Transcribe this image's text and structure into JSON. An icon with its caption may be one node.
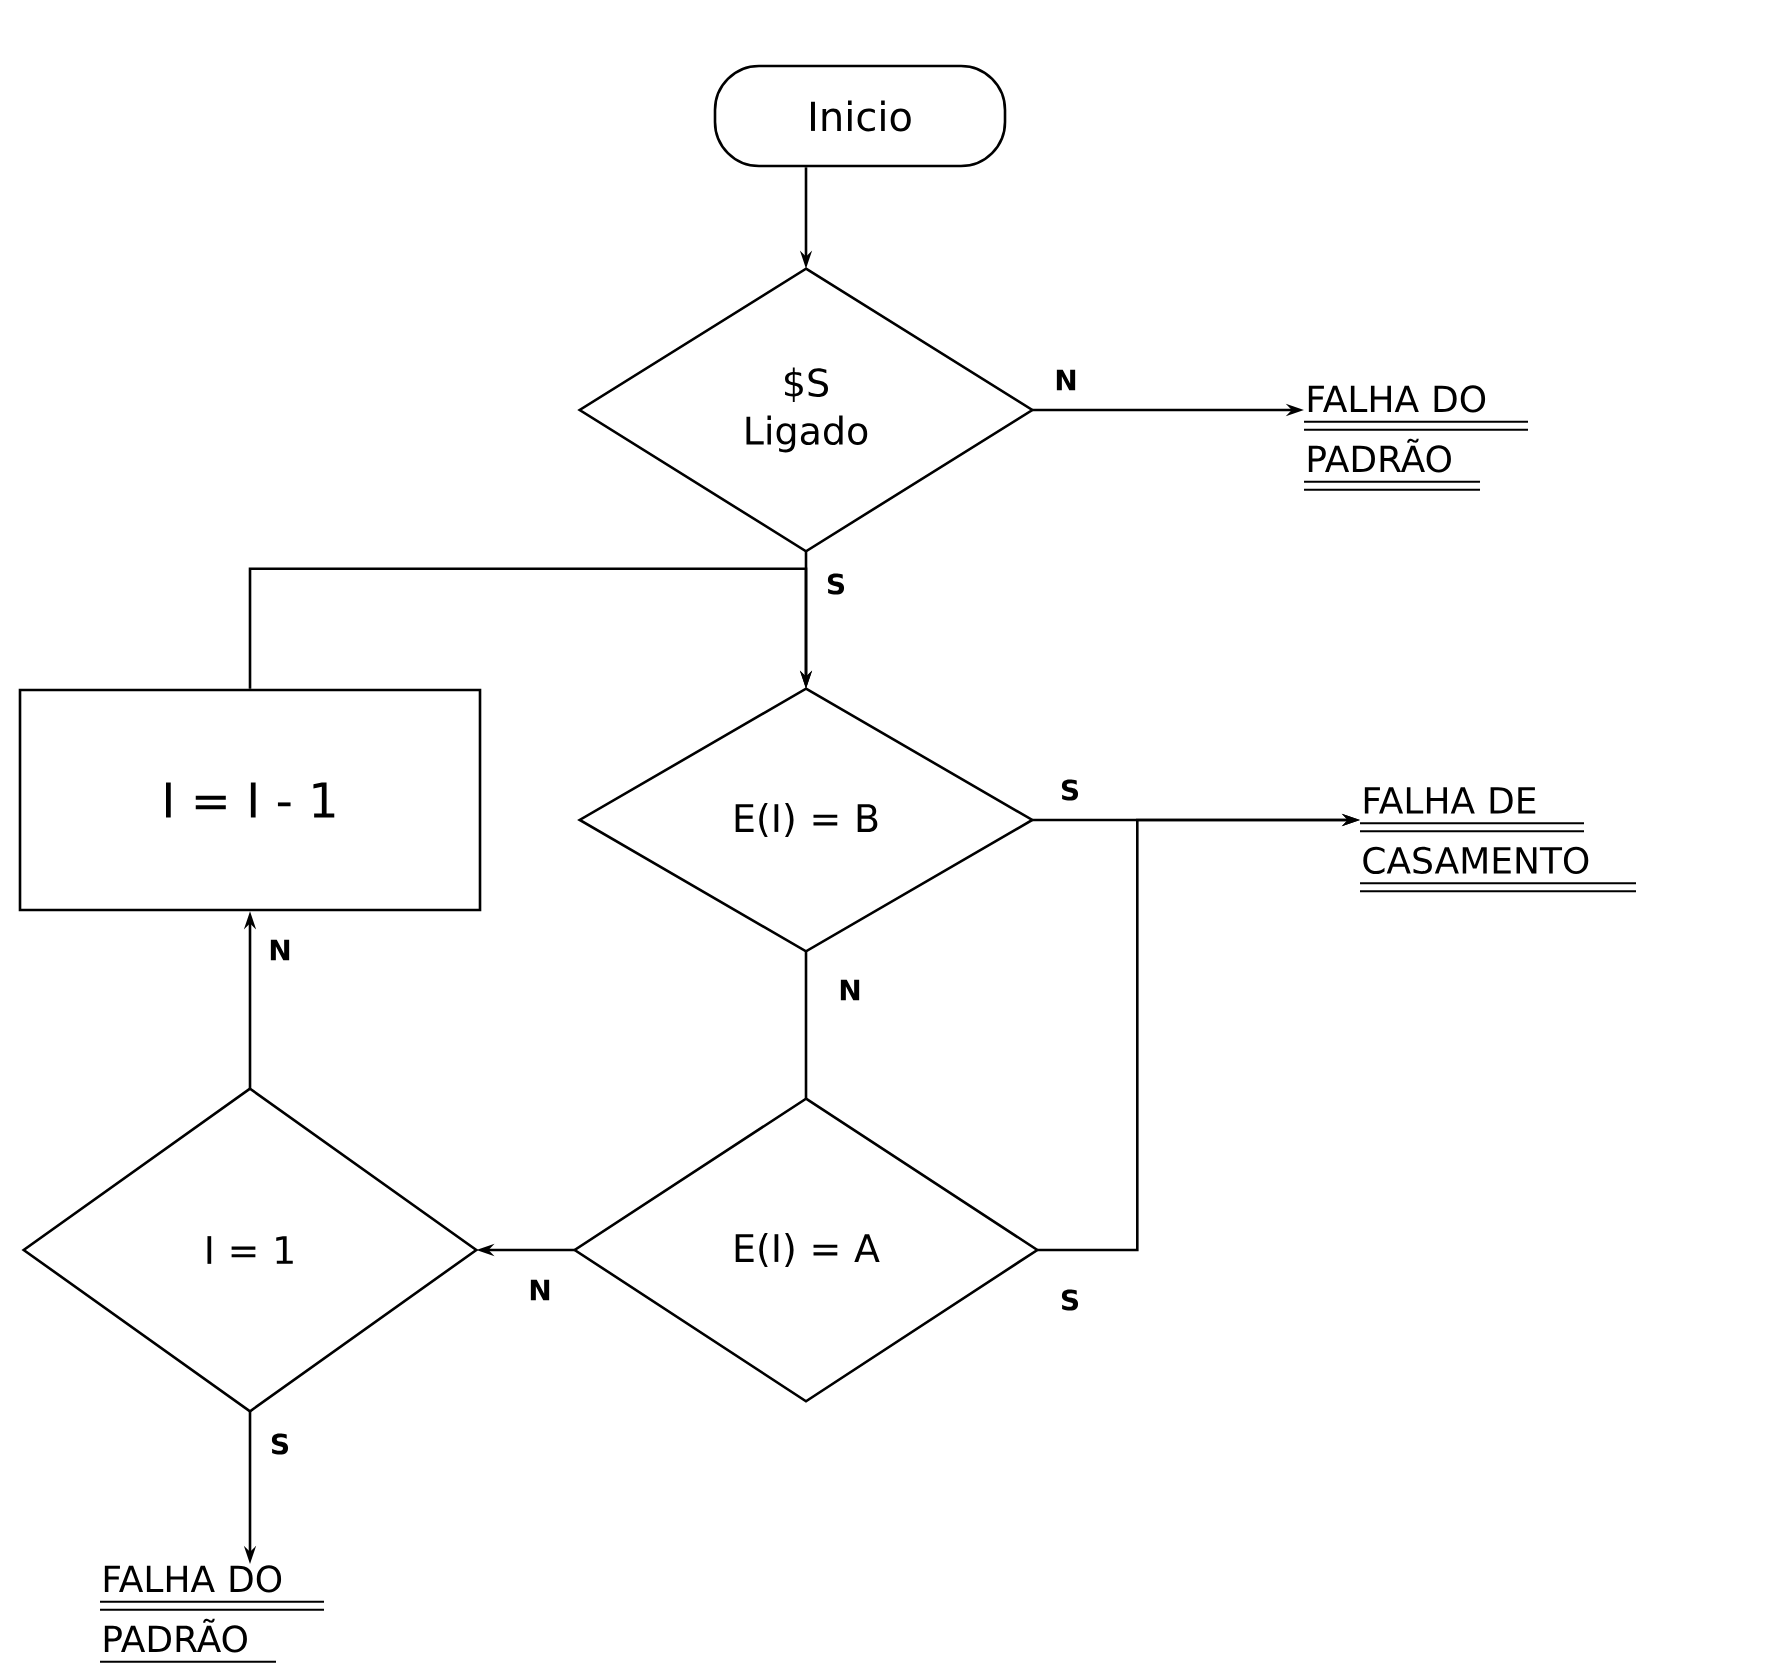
{
  "diagram": {
    "nodes": [
      {
        "text": [
          "Inicio"
        ]
      },
      {
        "text": [
          "$S Ligado"
        ]
      },
      {
        "text": [
          "FALHA DO PADRÃO"
        ]
      },
      {
        "text": [
          "E(I) = B"
        ]
      },
      {
        "text": [
          "FALHA DE CASAMENTO"
        ]
      },
      {
        "text": [
          "I = I - 1"
        ]
      },
      {
        "text": [
          "E(I) = A"
        ]
      },
      {
        "text": [
          "I = 1"
        ]
      },
      {
        "text": [
          "FALHA DO PADRÃO"
        ]
      }
    ],
    "edges": [
      {
        "from": 0,
        "to": 1,
        "arrow": "to"
      },
      {
        "from": 1,
        "to": 2,
        "arrow": "to",
        "label": "N"
      },
      {
        "from": 1,
        "to": 3,
        "arrow": "to",
        "label": "S"
      },
      {
        "from": 3,
        "to": 4,
        "arrow": "to",
        "label": "S"
      },
      {
        "from": 3,
        "to": 6,
        "arrow": "none",
        "label": "N"
      },
      {
        "from": 6,
        "to": 4,
        "arrow": "to",
        "label": "S"
      },
      {
        "from": 6,
        "to": 7,
        "arrow": "to",
        "label": "N"
      },
      {
        "from": 7,
        "to": 5,
        "arrow": "to",
        "label": "N"
      },
      {
        "from": 5,
        "to": 3,
        "arrow": "to"
      },
      {
        "from": 7,
        "to": 8,
        "arrow": "to",
        "label": "S"
      }
    ]
  }
}
